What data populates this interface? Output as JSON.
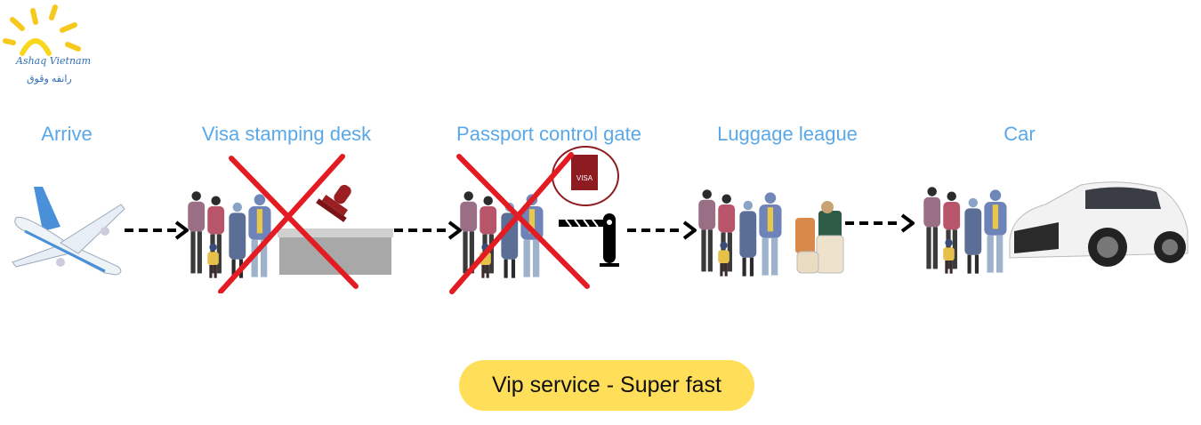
{
  "logo": {
    "name": "Ashaq Vietnam",
    "arabic": "رانقه وڤوق"
  },
  "steps": [
    {
      "label": "Arrive",
      "icon": "airplane-icon",
      "skipped": false
    },
    {
      "label": "Visa stamping desk",
      "icon": "stamp-desk-icon",
      "skipped": true
    },
    {
      "label": "Passport control gate",
      "icon": "gate-icon",
      "skipped": true
    },
    {
      "label": "Luggage league",
      "icon": "luggage-icon",
      "skipped": false
    },
    {
      "label": "Car",
      "icon": "car-icon",
      "skipped": false
    }
  ],
  "visa_badge": "VISA",
  "banner": "Vip service - Super fast",
  "colors": {
    "label": "#5aa8e8",
    "banner": "#ffde59",
    "cross": "#e31b23",
    "visa": "#8e1b1f"
  }
}
